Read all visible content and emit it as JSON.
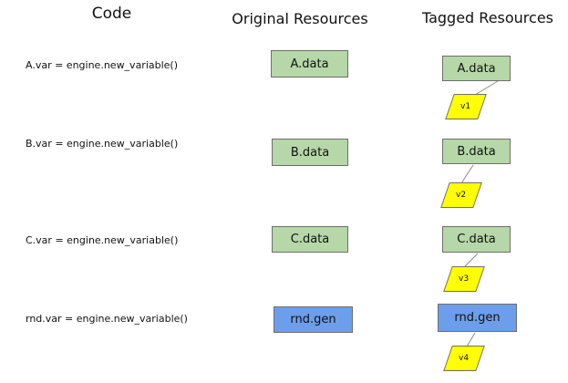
{
  "headers": {
    "code": "Code",
    "original": "Original Resources",
    "tagged": "Tagged Resources"
  },
  "rows": [
    {
      "code": "A.var = engine.new_variable()",
      "resource": "A.data",
      "tag": "v1",
      "kind": "data"
    },
    {
      "code": "B.var = engine.new_variable()",
      "resource": "B.data",
      "tag": "v2",
      "kind": "data"
    },
    {
      "code": "C.var = engine.new_variable()",
      "resource": "C.data",
      "tag": "v3",
      "kind": "data"
    },
    {
      "code": "rnd.var = engine.new_variable()",
      "resource": "rnd.gen",
      "tag": "v4",
      "kind": "generator"
    }
  ],
  "colors": {
    "data_fill": "#b6d7a8",
    "generator_fill": "#6d9eeb",
    "tag_fill": "#ffff00",
    "box_border": "#6e6e6e",
    "connector": "#8a8a8a",
    "text": "#111111",
    "background": "#ffffff"
  }
}
